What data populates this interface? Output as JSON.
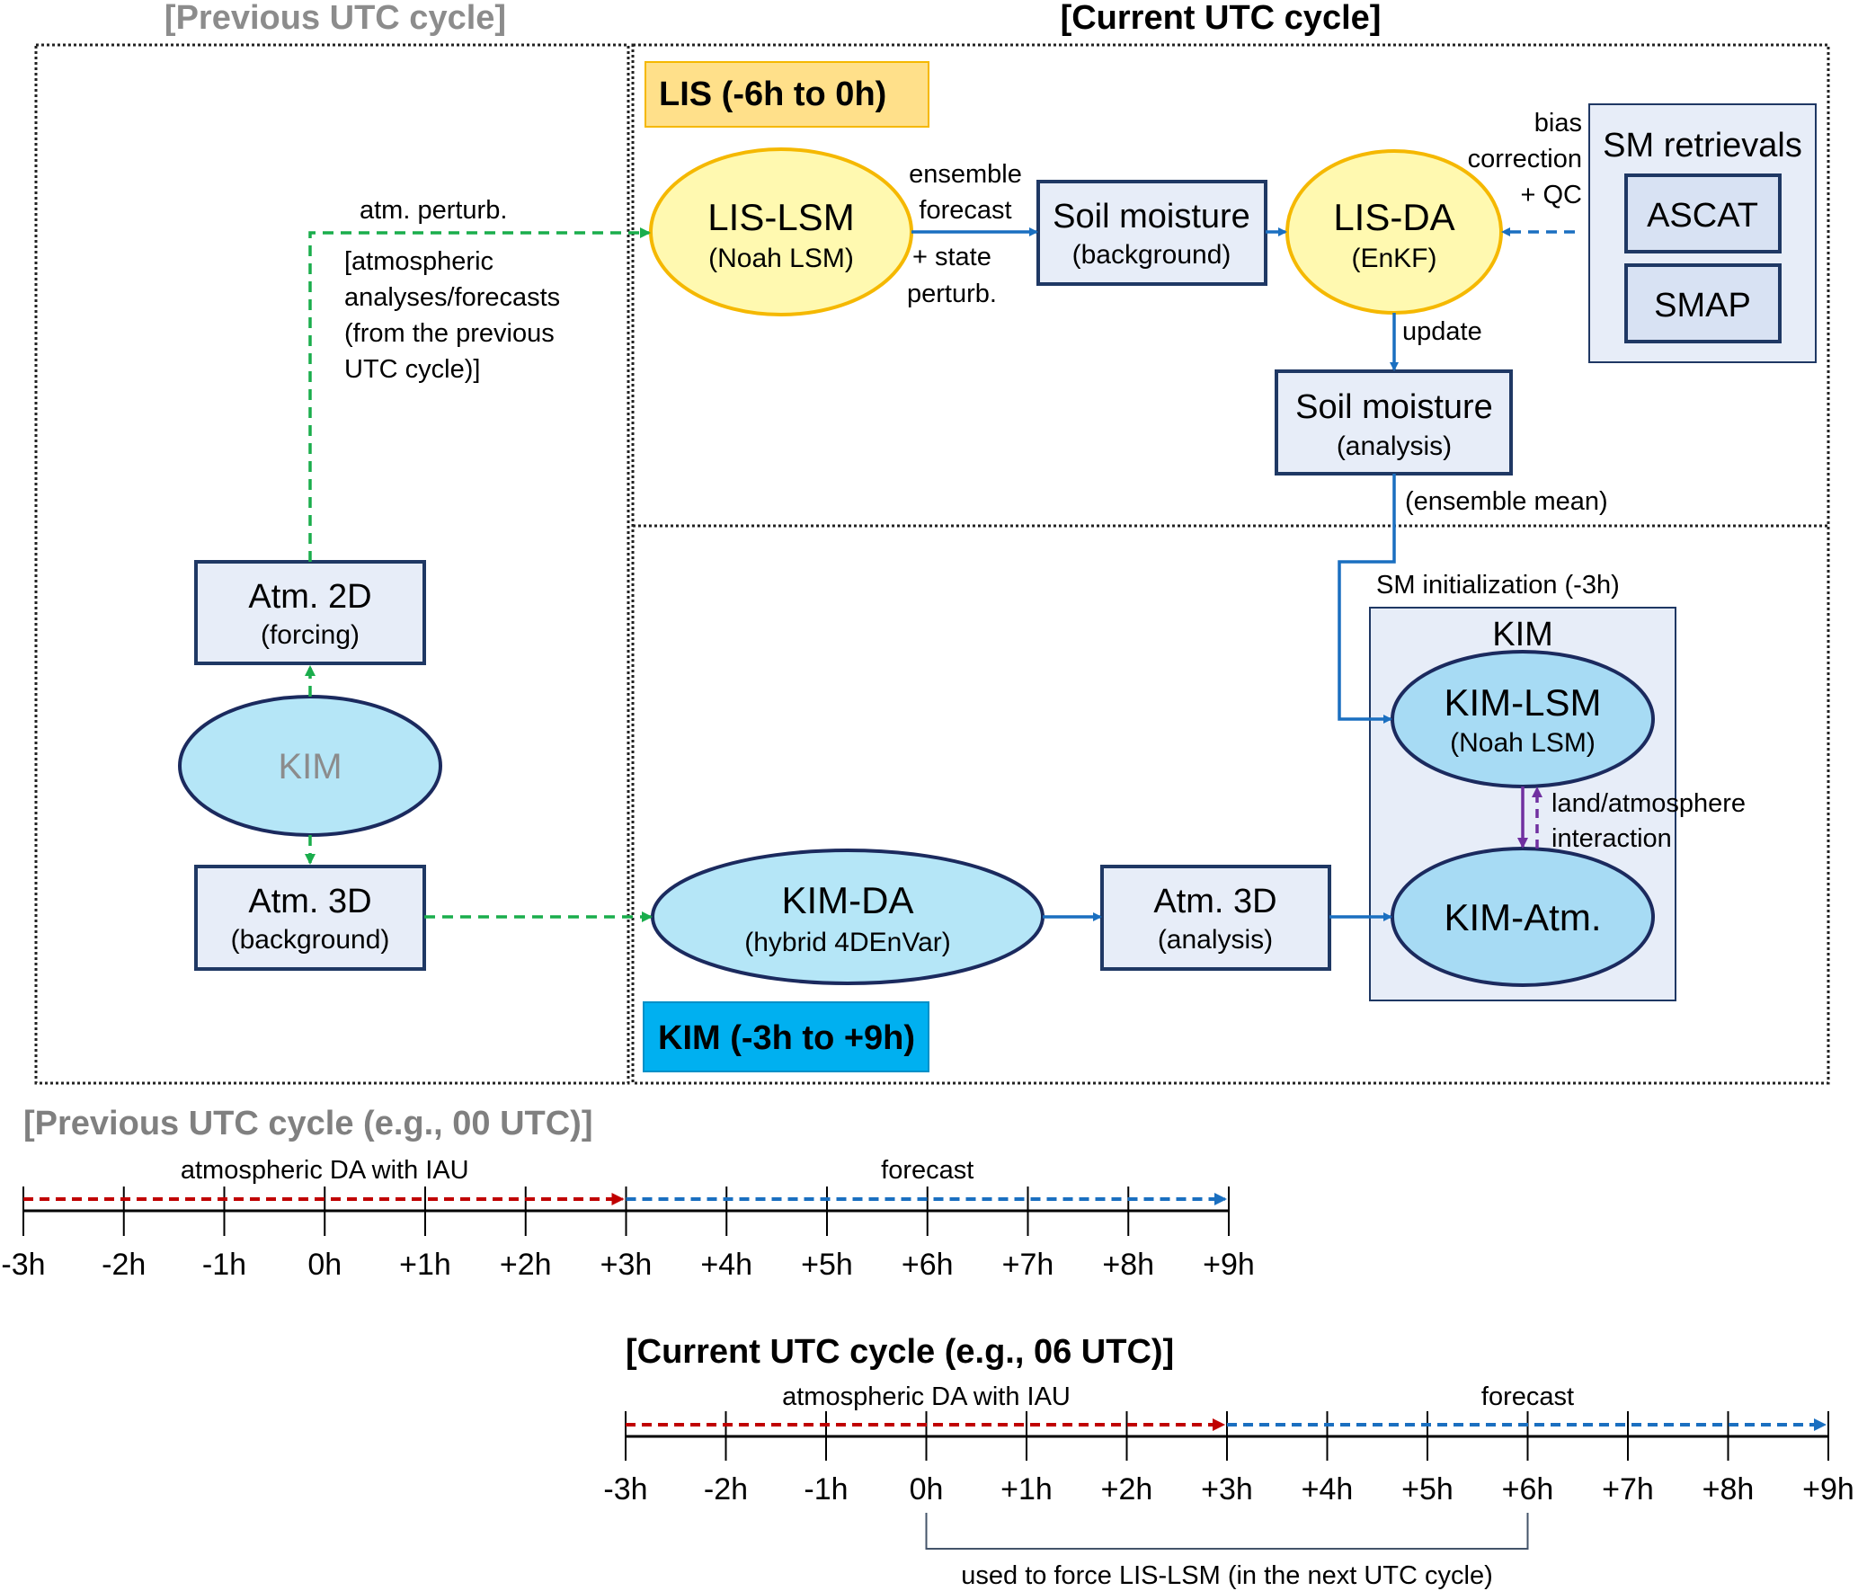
{
  "titles": {
    "previous_cycle": "[Previous UTC cycle]",
    "current_cycle": "[Current UTC cycle]"
  },
  "section_labels": {
    "lis": {
      "text": "LIS (-6h to 0h)",
      "color": "#ffe08a"
    },
    "kim": {
      "text": "KIM (-3h to +9h)",
      "color": "#00b0f0"
    }
  },
  "nodes": {
    "lis_lsm": {
      "title": "LIS-LSM",
      "subtitle": "(Noah LSM)"
    },
    "soil_moisture_bg": {
      "title": "Soil moisture",
      "subtitle": "(background)"
    },
    "lis_da": {
      "title": "LIS-DA",
      "subtitle": "(EnKF)"
    },
    "sm_retrievals": {
      "title": "SM retrievals",
      "items": [
        "ASCAT",
        "SMAP"
      ]
    },
    "soil_moisture_an": {
      "title": "Soil moisture",
      "subtitle": "(analysis)"
    },
    "atm_2d": {
      "title": "Atm. 2D",
      "subtitle": "(forcing)"
    },
    "kim_prev": {
      "title": "KIM"
    },
    "atm_3d_bg": {
      "title": "Atm. 3D",
      "subtitle": "(background)"
    },
    "kim_da": {
      "title": "KIM-DA",
      "subtitle": "(hybrid 4DEnVar)"
    },
    "atm_3d_an": {
      "title": "Atm. 3D",
      "subtitle": "(analysis)"
    },
    "kim_group": {
      "title": "KIM"
    },
    "kim_lsm": {
      "title": "KIM-LSM",
      "subtitle": "(Noah LSM)"
    },
    "kim_atm": {
      "title": "KIM-Atm."
    }
  },
  "edge_labels": {
    "atm_perturb": "atm. perturb.",
    "atmos_source": [
      "[atmospheric",
      "analyses/forecasts",
      "(from the previous",
      "UTC cycle)]"
    ],
    "ensemble_forecast": [
      "ensemble",
      "forecast"
    ],
    "state_perturb": [
      "+ state",
      "perturb."
    ],
    "bias_correction": [
      "bias",
      "correction",
      "+ QC"
    ],
    "update": "update",
    "ensemble_mean": "(ensemble  mean)",
    "sm_init": "SM initialization  (-3h)",
    "land_atm": [
      "land/atmosphere",
      "interaction"
    ]
  },
  "timelines": [
    {
      "title": "[Previous UTC cycle (e.g., 00 UTC)]",
      "title_color": "#808080",
      "da_label": "atmospheric  DA with IAU",
      "forecast_label": "forecast",
      "ticks": [
        "-3h",
        "-2h",
        "-1h",
        "0h",
        "+1h",
        "+2h",
        "+3h",
        "+4h",
        "+5h",
        "+6h",
        "+7h",
        "+8h",
        "+9h"
      ],
      "da_range": [
        "-3h",
        "+3h"
      ],
      "forecast_range": [
        "+3h",
        "+9h"
      ]
    },
    {
      "title": "[Current UTC cycle (e.g., 06 UTC)]",
      "title_color": "#000000",
      "da_label": "atmospheric  DA with IAU",
      "forecast_label": "forecast",
      "ticks": [
        "-3h",
        "-2h",
        "-1h",
        "0h",
        "+1h",
        "+2h",
        "+3h",
        "+4h",
        "+5h",
        "+6h",
        "+7h",
        "+8h",
        "+9h"
      ],
      "da_range": [
        "-3h",
        "+3h"
      ],
      "forecast_range": [
        "+3h",
        "+9h"
      ],
      "bracket_range": [
        "0h",
        "+6h"
      ],
      "bracket_label": "used to force LIS-LSM (in the next UTC cycle)"
    }
  ]
}
